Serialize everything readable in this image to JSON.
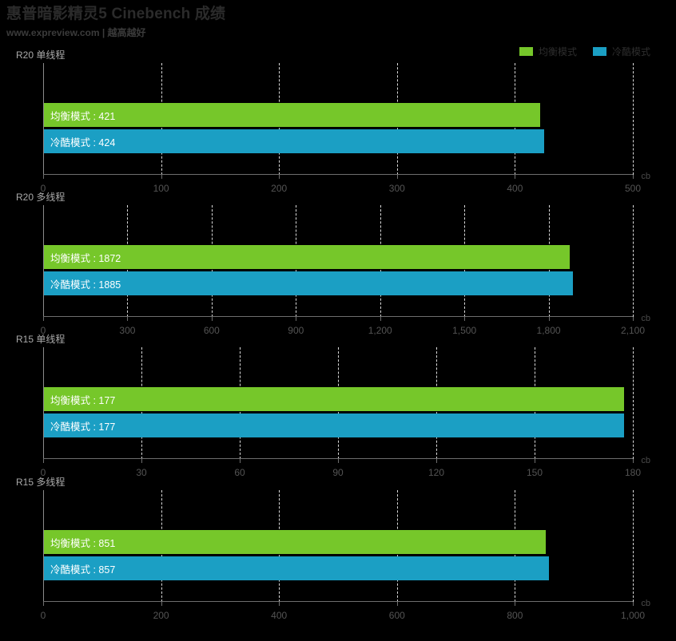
{
  "header": {
    "title": "惠普暗影精灵5 Cinebench 成绩",
    "subtitle": "www.expreview.com | 越高越好"
  },
  "legend": {
    "items": [
      {
        "label": "均衡模式",
        "color": "#76c72a"
      },
      {
        "label": "冷酷模式",
        "color": "#1b9fc4"
      }
    ]
  },
  "colors": {
    "background": "#000000",
    "green": "#76c72a",
    "blue": "#1b9fc4",
    "grid": "#d8d8d8",
    "axis": "#6e6e6e",
    "section_title": "#aaaaaa",
    "tick_text": "#545454"
  },
  "chart_data": [
    {
      "type": "bar",
      "title": "R20 单线程",
      "orientation": "horizontal",
      "unit": "cb",
      "xlabel": "cb",
      "ylabel": "",
      "grid": true,
      "legend_position": "top-right",
      "xlim": [
        0,
        500
      ],
      "ticks": [
        0,
        100,
        200,
        300,
        400,
        500
      ],
      "tick_labels": [
        "0",
        "100",
        "200",
        "300",
        "400",
        "500"
      ],
      "categories": [
        "均衡模式",
        "冷酷模式"
      ],
      "values": [
        421,
        424
      ],
      "bars": [
        {
          "label": "均衡模式 : 421",
          "value": 421,
          "color": "#76c72a"
        },
        {
          "label": "冷酷模式 : 424",
          "value": 424,
          "color": "#1b9fc4"
        }
      ]
    },
    {
      "type": "bar",
      "title": "R20 多线程",
      "orientation": "horizontal",
      "unit": "cb",
      "xlabel": "cb",
      "ylabel": "",
      "grid": true,
      "legend_position": "top-right",
      "xlim": [
        0,
        2100
      ],
      "ticks": [
        0,
        300,
        600,
        900,
        1200,
        1500,
        1800,
        2100
      ],
      "tick_labels": [
        "0",
        "300",
        "600",
        "900",
        "1,200",
        "1,500",
        "1,800",
        "2,100"
      ],
      "categories": [
        "均衡模式",
        "冷酷模式"
      ],
      "values": [
        1872,
        1885
      ],
      "bars": [
        {
          "label": "均衡模式 : 1872",
          "value": 1872,
          "color": "#76c72a"
        },
        {
          "label": "冷酷模式 : 1885",
          "value": 1885,
          "color": "#1b9fc4"
        }
      ]
    },
    {
      "type": "bar",
      "title": "R15 单线程",
      "orientation": "horizontal",
      "unit": "cb",
      "xlabel": "cb",
      "ylabel": "",
      "grid": true,
      "legend_position": "top-right",
      "xlim": [
        0,
        180
      ],
      "ticks": [
        0,
        30,
        60,
        90,
        120,
        150,
        180
      ],
      "tick_labels": [
        "0",
        "30",
        "60",
        "90",
        "120",
        "150",
        "180"
      ],
      "categories": [
        "均衡模式",
        "冷酷模式"
      ],
      "values": [
        177,
        177
      ],
      "bars": [
        {
          "label": "均衡模式 : 177",
          "value": 177,
          "color": "#76c72a"
        },
        {
          "label": "冷酷模式 : 177",
          "value": 177,
          "color": "#1b9fc4"
        }
      ]
    },
    {
      "type": "bar",
      "title": "R15 多线程",
      "orientation": "horizontal",
      "unit": "cb",
      "xlabel": "cb",
      "ylabel": "",
      "grid": true,
      "legend_position": "top-right",
      "xlim": [
        0,
        1000
      ],
      "ticks": [
        0,
        200,
        400,
        600,
        800,
        1000
      ],
      "tick_labels": [
        "0",
        "200",
        "400",
        "600",
        "800",
        "1,000"
      ],
      "categories": [
        "均衡模式",
        "冷酷模式"
      ],
      "values": [
        851,
        857
      ],
      "bars": [
        {
          "label": "均衡模式 : 851",
          "value": 851,
          "color": "#76c72a"
        },
        {
          "label": "冷酷模式 : 857",
          "value": 857,
          "color": "#1b9fc4"
        }
      ]
    }
  ]
}
